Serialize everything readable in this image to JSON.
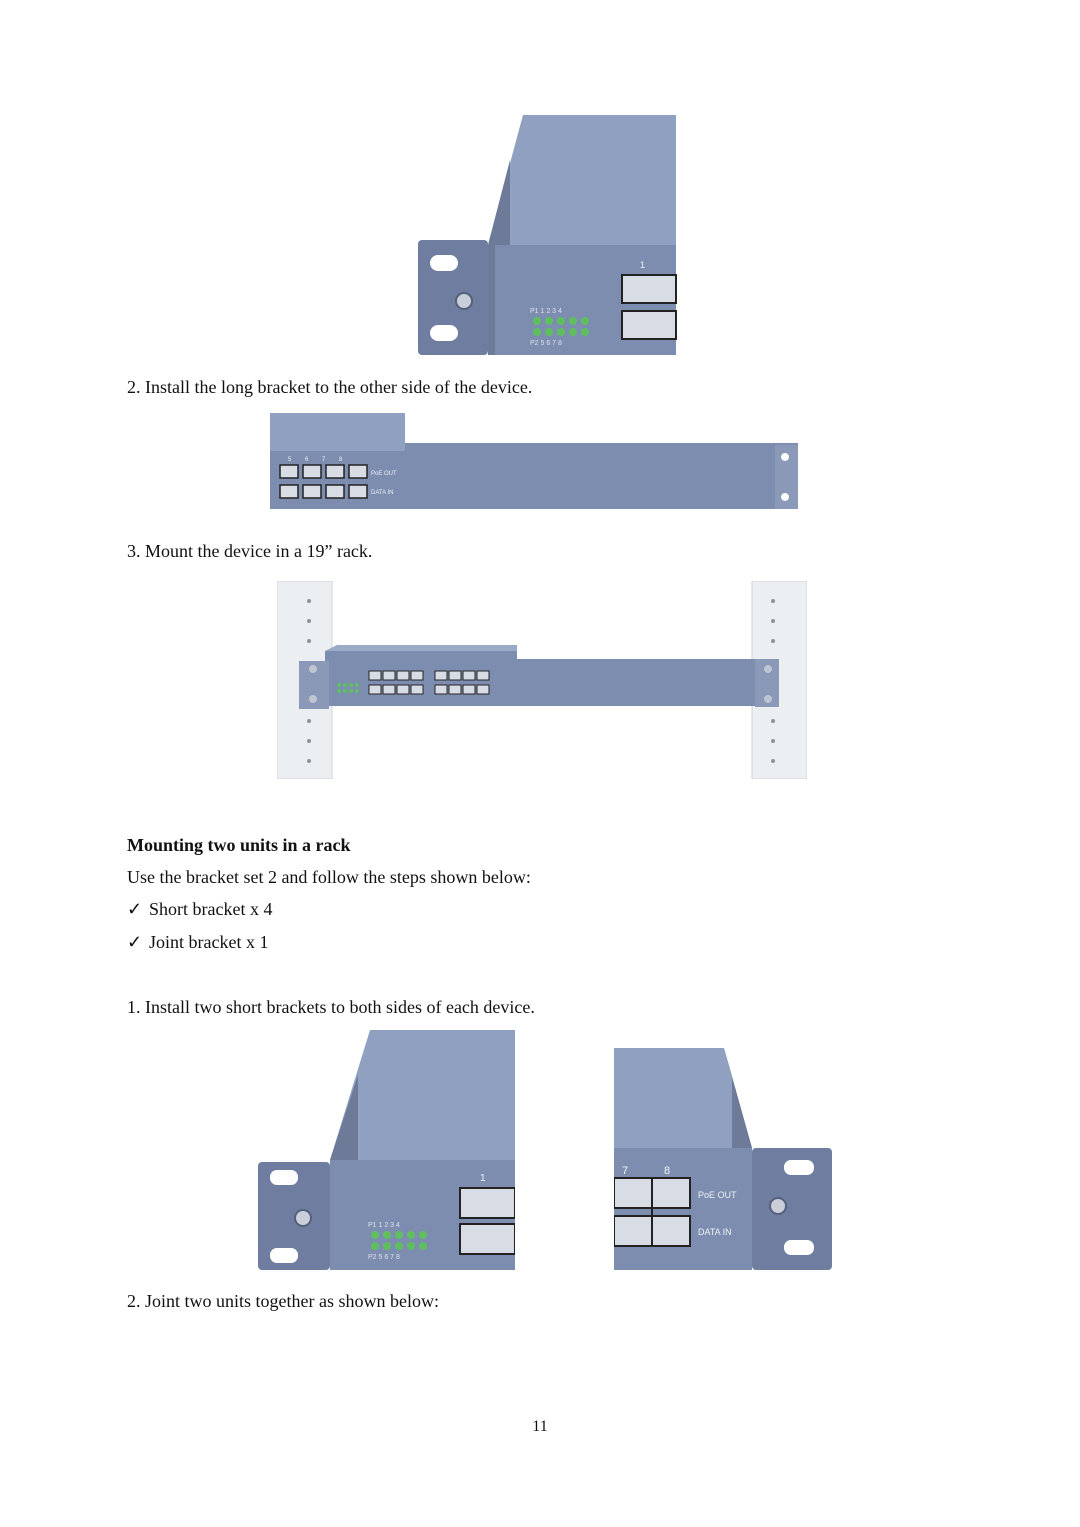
{
  "steps": {
    "step2_long": "2. Install the long bracket to the other side of the device.",
    "step3_mount": "3. Mount the device in a 19” rack.",
    "two_units_step1": "1. Install two short brackets to both sides of each device.",
    "two_units_step2": "2. Joint two units together as shown below:"
  },
  "section": {
    "heading": "Mounting two units in a rack",
    "intro": "Use the bracket set 2 and follow the steps shown below:",
    "items": [
      {
        "check": "✓",
        "label": "Short bracket x 4"
      },
      {
        "check": "✓",
        "label": "Joint bracket x 1"
      }
    ]
  },
  "figure_labels": {
    "led_top": "P1 1 2 3 4",
    "led_bottom": "P2 5 6 7 8",
    "port_1": "1",
    "port_7": "7",
    "port_8": "8",
    "ports_5_8": "5 6 7 8",
    "poe_out": "PoE OUT",
    "data_in": "DATA IN"
  },
  "page": {
    "number": "11"
  },
  "colors": {
    "device_body": "#7d8db0",
    "device_top": "#8fa0c0",
    "led_green": "#5fbf5f",
    "rack_rail": "#eceff2"
  }
}
